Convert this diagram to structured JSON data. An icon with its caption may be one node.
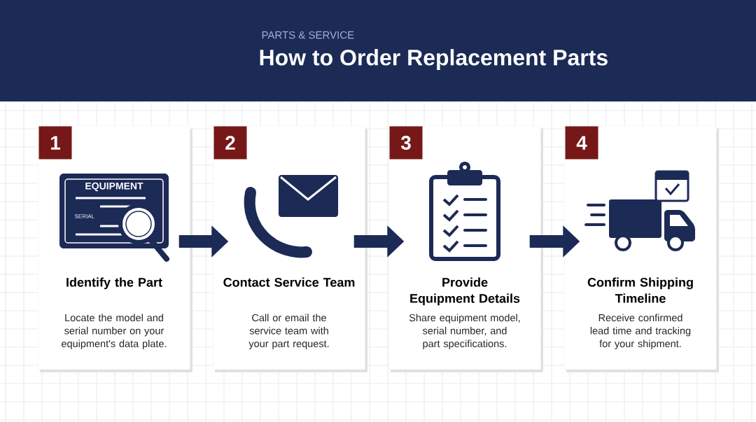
{
  "diagram": {
    "title": "How to Order Replacement Parts",
    "nodes": [
      {
        "text": [
          "1",
          "Identify the Part",
          "Locate the model and serial number on your equipment's data plate."
        ]
      },
      {
        "text": [
          "2",
          "Contact Service Team",
          "Call or email the service team with your part request."
        ]
      },
      {
        "text": [
          "3",
          "Provide Equipment Details",
          "Share equipment model, serial number, and part specifications."
        ]
      },
      {
        "text": [
          "4",
          "Confirm Shipping Timeline",
          "Receive confirmed lead time and tracking for your shipment."
        ]
      }
    ],
    "edges": [
      {
        "from": 0,
        "to": 1,
        "arrow": "to"
      },
      {
        "from": 1,
        "to": 2,
        "arrow": "to"
      },
      {
        "from": 2,
        "to": 3,
        "arrow": "to"
      }
    ],
    "labels": [
      "PARTS & SERVICE",
      "EQUIPMENT",
      "SERIAL"
    ]
  }
}
